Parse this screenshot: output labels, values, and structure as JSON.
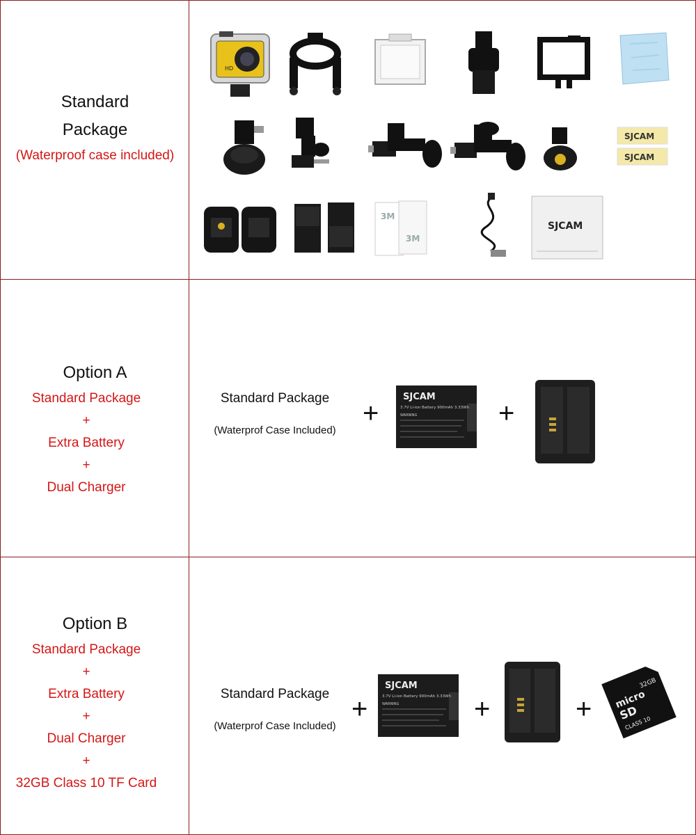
{
  "standard": {
    "title_line1": "Standard",
    "title_line2": "Package",
    "subtitle": "(Waterproof case included)"
  },
  "option_a": {
    "title": "Option A",
    "lines": [
      "Standard Package",
      "+",
      "Extra Battery",
      "+",
      "Dual Charger"
    ],
    "pkg_label": "Standard Package",
    "pkg_sub": "(Waterprof Case Included)",
    "plus": "+"
  },
  "option_b": {
    "title": "Option B",
    "lines": [
      "Standard Package",
      "+",
      "Extra Battery",
      "+",
      "Dual Charger",
      "+",
      "32GB Class 10 TF Card"
    ],
    "pkg_label": "Standard Package",
    "pkg_sub": "(Waterprof Case Included)",
    "plus": "+"
  },
  "battery": {
    "brand": "SJCAM",
    "spec": "3.7V Li-ion Battery 900mAh 3.33Wh",
    "warning": "WARNING"
  },
  "sticker": {
    "brand": "SJCAM"
  },
  "card": {
    "brand_line1": "micro",
    "brand_line2": "SD",
    "capacity": "32GB",
    "class": "CLASS 10"
  },
  "colors": {
    "red": "#d41616",
    "border": "#8a1d1d",
    "camera_yellow": "#e8c21a"
  }
}
